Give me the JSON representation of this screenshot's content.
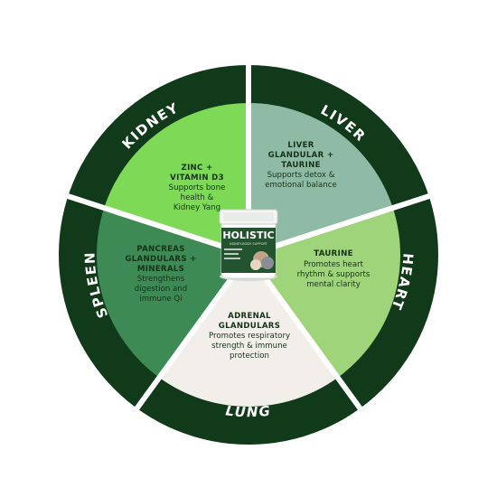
{
  "colors": {
    "ring": "#103a1a",
    "gap": "#ffffff",
    "kidney": "#7ed957",
    "liver": "#8fbba6",
    "heart": "#9fd47a",
    "lung": "#f2efea",
    "spleen": "#3e8a55"
  },
  "segments": [
    {
      "organ": "KIDNEY",
      "title": [
        "ZINC +",
        "VITAMIN D3"
      ],
      "text": [
        "Supports bone",
        "health &",
        "Kidney Yang"
      ]
    },
    {
      "organ": "LIVER",
      "title": [
        "LIVER",
        "GLANDULAR +",
        "TAURINE"
      ],
      "text": [
        "Supports detox &",
        "emotional balance"
      ]
    },
    {
      "organ": "HEART",
      "title": [
        "TAURINE"
      ],
      "text": [
        "Promotes heart",
        "rhythm & supports",
        "mental clarity"
      ]
    },
    {
      "organ": "LUNG",
      "title": [
        "ADRENAL",
        "GLANDULARS"
      ],
      "text": [
        "Promotes respiratory",
        "strength & immune",
        "protection"
      ]
    },
    {
      "organ": "SPLEEN",
      "title": [
        "PANCREAS",
        "GLANDULARS +",
        "MINERALS"
      ],
      "text": [
        "Strengthens",
        "digestion and",
        "immune Qi"
      ]
    }
  ],
  "product": {
    "brand": "HOLISTIC",
    "subtitle": "KIDNEY-BODY SUPPORT",
    "icon": "supplement-jar-icon"
  }
}
